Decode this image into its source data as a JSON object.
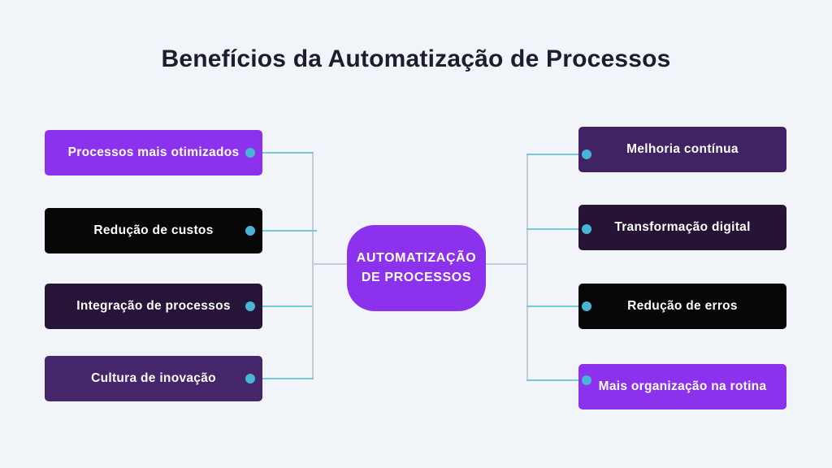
{
  "title": "Benefícios da Automatização de Processos",
  "center_node": {
    "line1": "AUTOMATIZAÇÃO",
    "line2": "DE PROCESSOS",
    "bg": "#8c32ec"
  },
  "left_items": [
    {
      "label": "Processos mais otimizados",
      "bg": "#8c32ec"
    },
    {
      "label": "Redução de custos",
      "bg": "#070708"
    },
    {
      "label": "Integração de processos",
      "bg": "#261538"
    },
    {
      "label": "Cultura de inovação",
      "bg": "#46266b"
    }
  ],
  "right_items": [
    {
      "label": "Melhoria contínua",
      "bg": "#402363"
    },
    {
      "label": "Transformação digital",
      "bg": "#251435"
    },
    {
      "label": "Redução de erros",
      "bg": "#060607"
    },
    {
      "label": "Mais organização na rotina",
      "bg": "#8c32ec"
    }
  ],
  "colors": {
    "background": "#f1f4f8",
    "connector_line": "#c7cbd4",
    "branch_line": "#72cadf",
    "dot": "#48b4d6",
    "title_text": "#1a1e2e",
    "box_text": "#ffffff"
  }
}
